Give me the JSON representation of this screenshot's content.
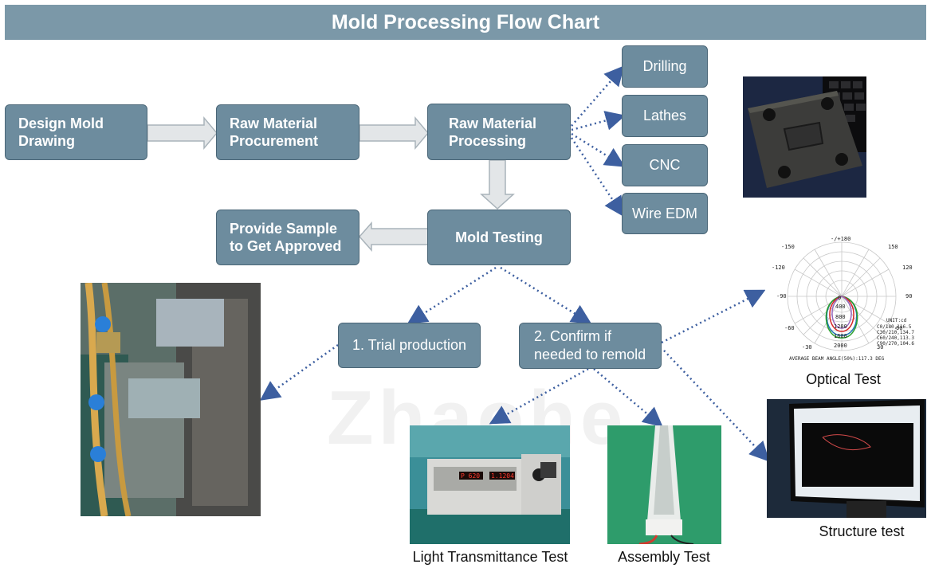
{
  "title": "Mold Processing Flow Chart",
  "watermark": "Zhaohe",
  "steps": {
    "design": "Design Mold\nDrawing",
    "procurement": "Raw Material\nProcurement",
    "processing": "Raw Material\nProcessing",
    "testing": "Mold Testing",
    "sample": "Provide Sample\nto Get Approved",
    "trial": "1. Trial production",
    "confirm": "2. Confirm if\nneeded to remold"
  },
  "machining": [
    "Drilling",
    "Lathes",
    "CNC",
    "Wire EDM"
  ],
  "captions": {
    "optical": "Optical Test",
    "structure": "Structure test",
    "light": "Light Transmittance Test",
    "assembly": "Assembly Test"
  },
  "optical_chart": {
    "top_labels": [
      "-150",
      "-/+180",
      "150"
    ],
    "left_labels": [
      "-120",
      "-90",
      "-60",
      "-30"
    ],
    "right_labels": [
      "120",
      "90",
      "60",
      "30"
    ],
    "radial_labels": [
      "0",
      "400",
      "800",
      "1200",
      "1600",
      "2000"
    ],
    "legend": [
      "UNIT:cd",
      "C0/180,116.5",
      "C30/210,134.7",
      "C60/240,113.3",
      "C90/270,104.6"
    ],
    "footer": "AVERAGE BEAM ANGLE(50%):117.3 DEG"
  },
  "meter_readings": [
    "P 620",
    "1.1204"
  ],
  "colors": {
    "box": "#6d8c9e",
    "title": "#7b98a8",
    "arrow": "#3d5fa0"
  }
}
